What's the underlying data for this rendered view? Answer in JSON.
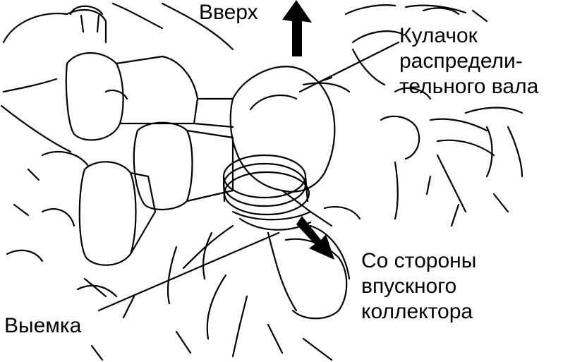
{
  "labels": {
    "up": "Вверх",
    "camshaft_lobe": [
      "Кулачок",
      "распредели-",
      "тельного вала"
    ],
    "intake_side": [
      "Со стороны",
      "впускного",
      "коллектора"
    ],
    "notch": "Выемка"
  },
  "colors": {
    "ink": "#000000",
    "background": "#ffffff"
  }
}
